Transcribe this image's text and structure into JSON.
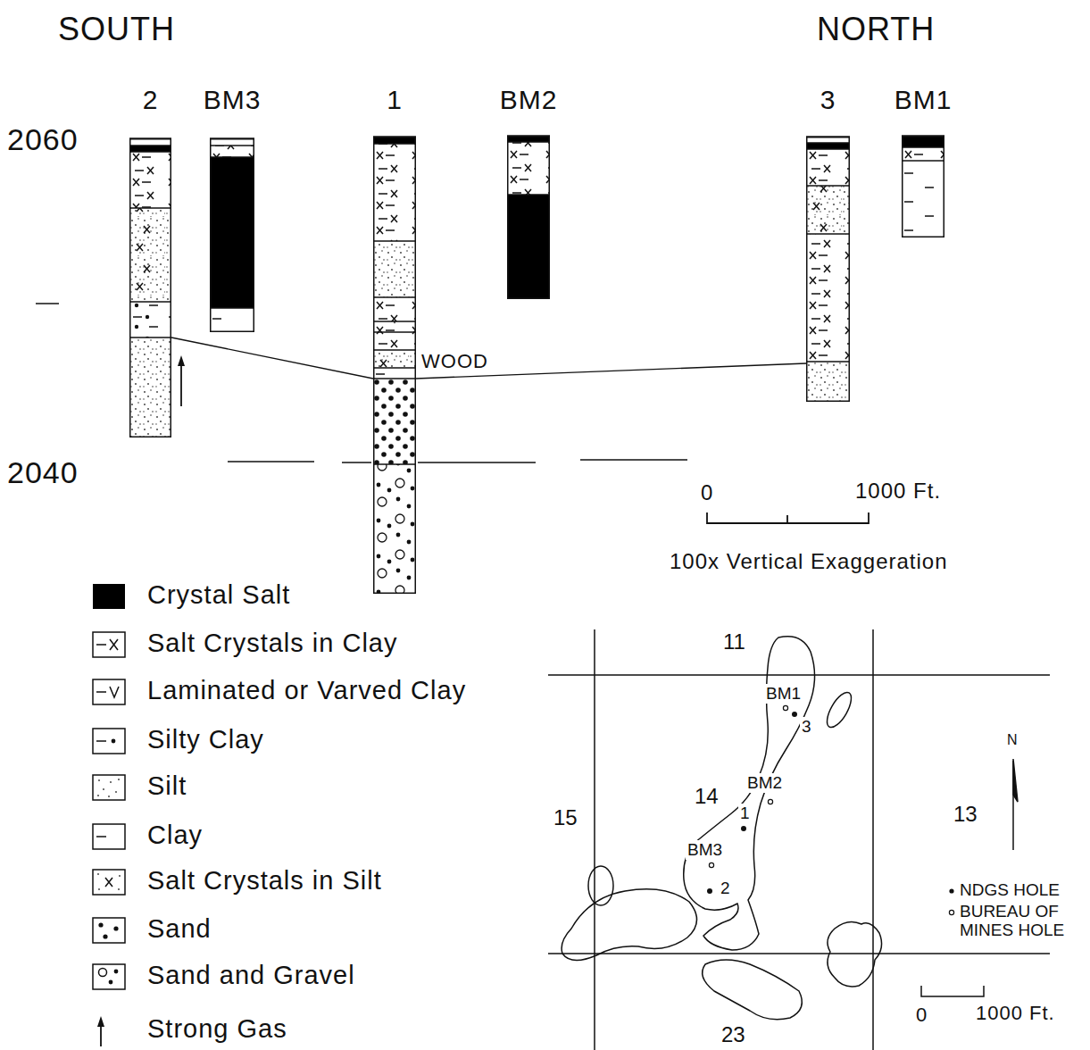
{
  "diagram": {
    "nodes": [
      {
        "text": [
          "2"
        ]
      },
      {
        "text": [
          "BM3"
        ]
      },
      {
        "text": [
          "1"
        ]
      },
      {
        "text": [
          "BM2"
        ]
      },
      {
        "text": [
          "3"
        ]
      },
      {
        "text": [
          "BM1"
        ]
      }
    ],
    "edges": [
      {
        "from": 0,
        "to": 2,
        "arrow": "none"
      },
      {
        "from": 2,
        "to": 4,
        "arrow": "none"
      }
    ],
    "labels": [
      "SOUTH",
      "NORTH",
      "2060",
      "2040",
      "WOOD",
      "0",
      "1000 Ft.",
      "100x Vertical Exaggeration",
      "11",
      "15",
      "14",
      "13",
      "23",
      "BM1",
      "3",
      "BM2",
      "1",
      "BM3",
      "2",
      "N",
      "0",
      "1000 Ft."
    ],
    "legend": [
      {
        "text": "Crystal Salt",
        "color": "#000000"
      },
      {
        "text": "Salt Crystals in Clay"
      },
      {
        "text": "Laminated or Varved Clay"
      },
      {
        "text": "Silty Clay"
      },
      {
        "text": "Silt"
      },
      {
        "text": "Clay"
      },
      {
        "text": "Salt Crystals in Silt"
      },
      {
        "text": "Sand"
      },
      {
        "text": "Sand and Gravel"
      },
      {
        "text": "Strong Gas"
      },
      {
        "text": "NDGS HOLE"
      },
      {
        "text": "BUREAU OF MINES HOLE"
      }
    ]
  }
}
